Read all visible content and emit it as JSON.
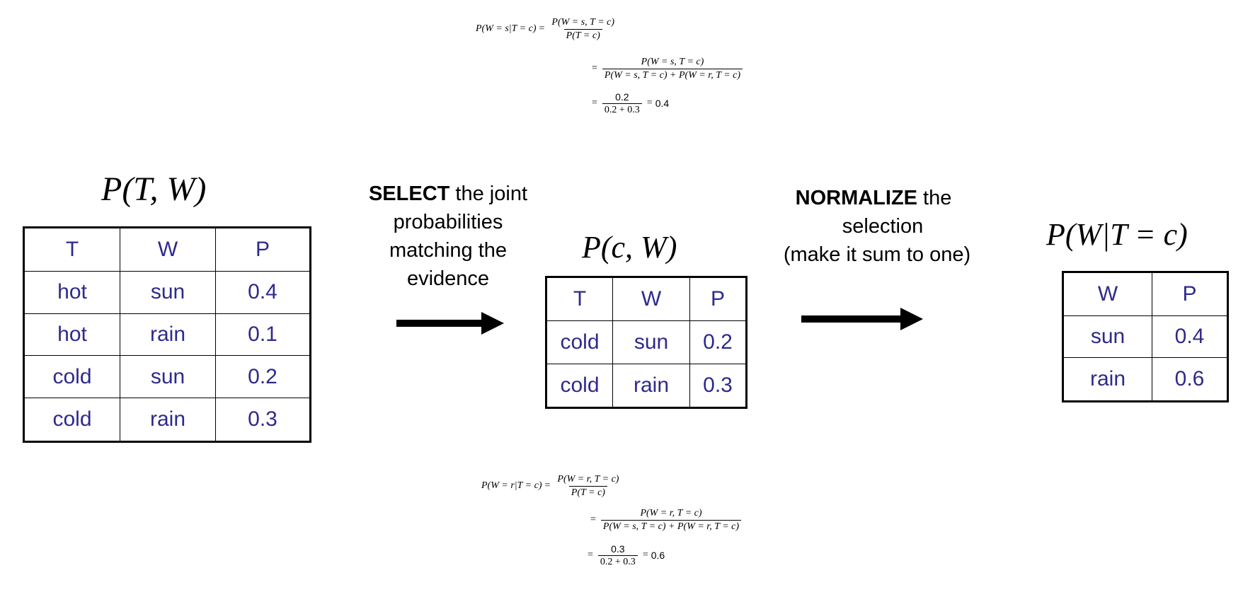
{
  "equation_top": {
    "lhs": "P(W = s|T = c)",
    "row1": {
      "num": "P(W = s, T = c)",
      "den": "P(T = c)"
    },
    "row2": {
      "num": "P(W = s, T = c)",
      "den": "P(W = s, T = c) + P(W = r, T = c)"
    },
    "row3": {
      "num": "0.2",
      "den": "0.2 + 0.3",
      "result": "0.4"
    }
  },
  "equation_bottom": {
    "lhs": "P(W = r|T = c)",
    "row1": {
      "num": "P(W = r, T = c)",
      "den": "P(T = c)"
    },
    "row2": {
      "num": "P(W = r, T = c)",
      "den": "P(W = s, T = c) + P(W = r, T = c)"
    },
    "row3": {
      "num": "0.3",
      "den": "0.2 + 0.3",
      "result": "0.6"
    }
  },
  "joint_table": {
    "title": "P(T, W)",
    "headers": [
      "T",
      "W",
      "P"
    ],
    "rows": [
      [
        "hot",
        "sun",
        "0.4"
      ],
      [
        "hot",
        "rain",
        "0.1"
      ],
      [
        "cold",
        "sun",
        "0.2"
      ],
      [
        "cold",
        "rain",
        "0.3"
      ]
    ]
  },
  "select_caption": {
    "bold": "SELECT",
    "rest1": " the joint",
    "line2": "probabilities",
    "line3": "matching the",
    "line4": "evidence"
  },
  "selected_table": {
    "title": "P(c, W)",
    "headers": [
      "T",
      "W",
      "P"
    ],
    "rows": [
      [
        "cold",
        "sun",
        "0.2"
      ],
      [
        "cold",
        "rain",
        "0.3"
      ]
    ]
  },
  "normalize_caption": {
    "bold": "NORMALIZE",
    "rest1": " the",
    "line2": "selection",
    "line3": "(make it sum to one)"
  },
  "conditional_table": {
    "title": "P(W|T = c)",
    "headers": [
      "W",
      "P"
    ],
    "rows": [
      [
        "sun",
        "0.4"
      ],
      [
        "rain",
        "0.6"
      ]
    ]
  }
}
